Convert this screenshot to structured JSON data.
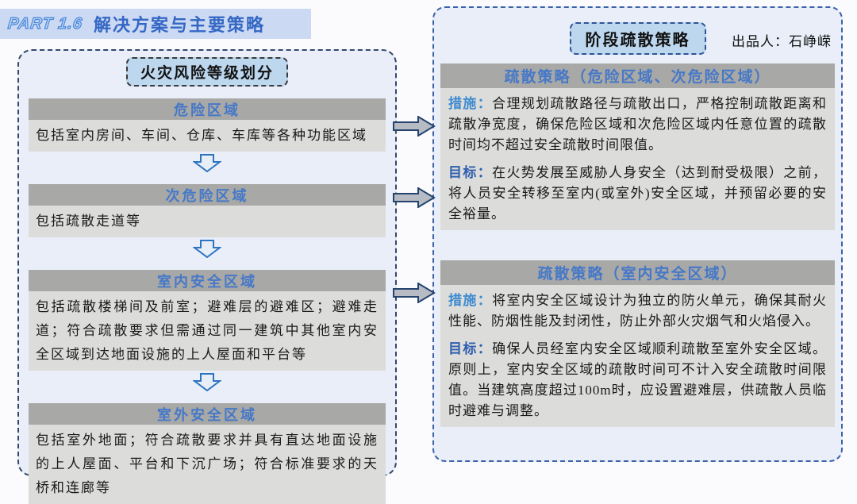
{
  "page": {
    "part_label": "PART 1.6",
    "title": "解决方案与主要策略"
  },
  "left_panel": {
    "title": "火灾风险等级划分",
    "sections": [
      {
        "header": "危险区域",
        "body": "包括室内房间、车间、仓库、车库等各种功能区域"
      },
      {
        "header": "次危险区域",
        "body": "包括疏散走道等"
      },
      {
        "header": "室内安全区域",
        "body": "包括疏散楼梯间及前室；避难层的避难区；避难走道；符合疏散要求但需通过同一建筑中其他室内安全区域到达地面设施的上人屋面和平台等"
      },
      {
        "header": "室外安全区域",
        "body": "包括室外地面；符合疏散要求并具有直达地面设施的上人屋面、平台和下沉广场；符合标准要求的天桥和连廊等"
      }
    ]
  },
  "right_panel": {
    "title": "阶段疏散策略",
    "producer": "出品人：石峥嵘",
    "sections": [
      {
        "header": "疏散策略（危险区域、次危险区域）",
        "measure_label": "措施：",
        "measure_text": "合理规划疏散路径与疏散出口，严格控制疏散距离和疏散净宽度，确保危险区域和次危险区域内任意位置的疏散时间均不超过安全疏散时间限值。",
        "goal_label": "目标：",
        "goal_text": "在火势发展至威胁人身安全（达到耐受极限）之前，将人员安全转移至室内(或室外)安全区域，并预留必要的安全裕量。"
      },
      {
        "header": "疏散策略（室内安全区域）",
        "measure_label": "措施：",
        "measure_text": "将室内安全区域设计为独立的防火单元，确保其耐火性能、防烟性能及封闭性，防止外部火灾烟气和火焰侵入。",
        "goal_label": "目标：",
        "goal_text": "确保人员经室内安全区域顺利疏散至室外安全区域。原则上，室内安全区域的疏散时间可不计入安全疏散时间限值。当建筑高度超过100m时，应设置避难层，供疏散人员临时避难与调整。"
      }
    ]
  },
  "icons": {
    "down_arrow": "block-down-arrow",
    "flow_arrow": "block-right-arrow"
  },
  "colors": {
    "accent_blue": "#4678c8",
    "title_blue": "#3467c4",
    "highlight_band": "#ccd9f3",
    "panel_fill": "#e9eef9",
    "box_fill": "#bdd7ee",
    "header_bar_gray": "#a8a8a6",
    "body_gray": "#dcdcda",
    "measure_blue": "#3e8bd0",
    "goal_blue": "#2f5fae",
    "flow_arrow_gray": "#b7bcc4",
    "flow_arrow_border": "#24436e",
    "down_arrow_border": "#2e74c0"
  }
}
